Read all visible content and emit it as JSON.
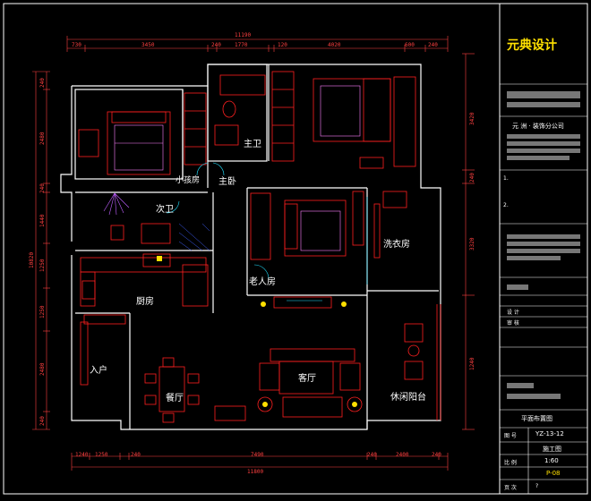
{
  "rooms": {
    "master_bedroom_small": "小孩房",
    "master_bath": "主卫",
    "master_bedroom": "主卧",
    "second_bath": "次卫",
    "laundry": "洗衣房",
    "kitchen": "厨房",
    "elder_room": "老人房",
    "entrance": "入户",
    "living": "客厅",
    "dining": "餐厅",
    "balcony": "休闲阳台"
  },
  "dimensions": {
    "top_total": "11190",
    "top_segments": [
      "730",
      "3450",
      "240",
      "1770",
      "120",
      "4020",
      "600",
      "240"
    ],
    "bottom_total": "11800",
    "bottom_segments": [
      "1240",
      "1250",
      "240",
      "7490",
      "240",
      "2400",
      "240"
    ],
    "left_total": "10820",
    "left_segments": [
      "240",
      "2480",
      "240",
      "1440",
      "1250",
      "1250",
      "2480",
      "240"
    ],
    "right_segments": [
      "3420",
      "240",
      "3320",
      "1240"
    ]
  },
  "title_block": {
    "logo": "元典设计",
    "company": "元 洲 · 装饰分公司",
    "note1": "1.",
    "note2": "2.",
    "drawing_title": "平面布置图",
    "drawing_no": "YZ-13-12",
    "stage": "施工图",
    "scale": "1:60",
    "sheet": "P-08",
    "page": "?",
    "row_label_1": "设 计",
    "row_label_2": "审 核",
    "row_label_3": "图 号",
    "row_label_4": "比 例",
    "row_label_5": "页 次"
  },
  "colors": {
    "wall": "#ffffff",
    "furniture": "#ff2020",
    "detail": "#ff80ff",
    "accent": "#ffe000",
    "cyan": "#20e0ff",
    "blue": "#4060ff"
  }
}
